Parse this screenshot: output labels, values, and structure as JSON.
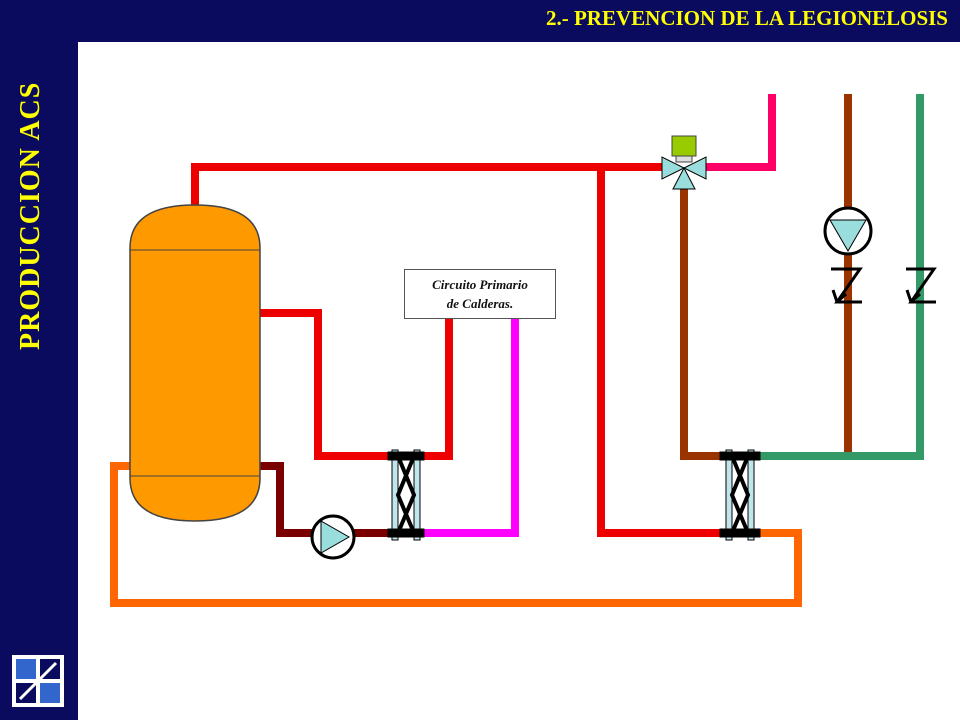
{
  "header": {
    "title": "2.- PREVENCION DE LA LEGIONELOSIS"
  },
  "sidebar": {
    "section_title": "PRODUCCION ACS"
  },
  "diagram": {
    "label_line1": "Circuito Primario",
    "label_line2": "de Calderas."
  },
  "colors": {
    "navy": "#0a0a5e",
    "title_yellow": "#ffff00",
    "hot_red": "#ee0000",
    "tank_orange": "#ff9900",
    "return_orange": "#ff6600",
    "primary_magenta": "#ff00ff",
    "dark_red": "#7a0000",
    "brown": "#993300",
    "green": "#339966",
    "pink": "#ff0066",
    "pump_fill": "#99dddd",
    "valve_actuator": "#99cc00"
  }
}
